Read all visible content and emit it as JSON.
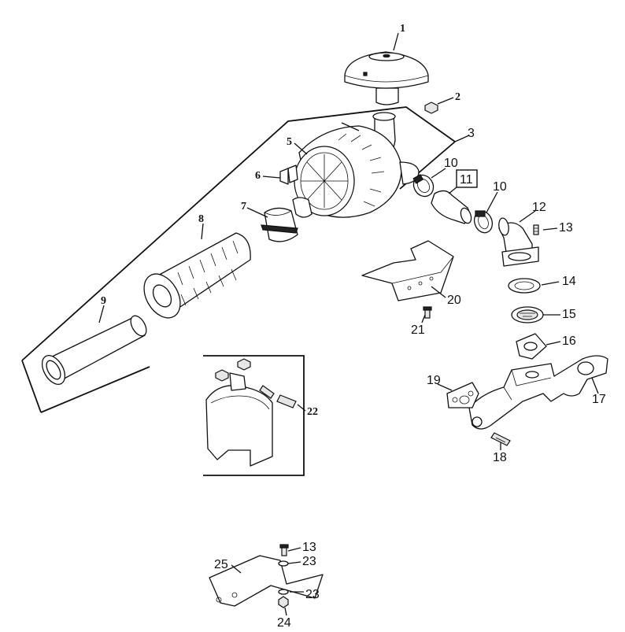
{
  "diagram": {
    "callouts": {
      "c1": "1",
      "c2": "2",
      "c3": "3",
      "c5": "5",
      "c6": "6",
      "c7": "7",
      "c8": "8",
      "c9": "9",
      "c10a": "10",
      "c10b": "10",
      "c11": "11",
      "c12": "12",
      "c13a": "13",
      "c13b": "13",
      "c14": "14",
      "c15": "15",
      "c16": "16",
      "c17": "17",
      "c18": "18",
      "c19": "19",
      "c20": "20",
      "c21": "21",
      "c22": "22",
      "c23a": "23",
      "c23b": "23",
      "c24": "24",
      "c25": "25"
    }
  }
}
